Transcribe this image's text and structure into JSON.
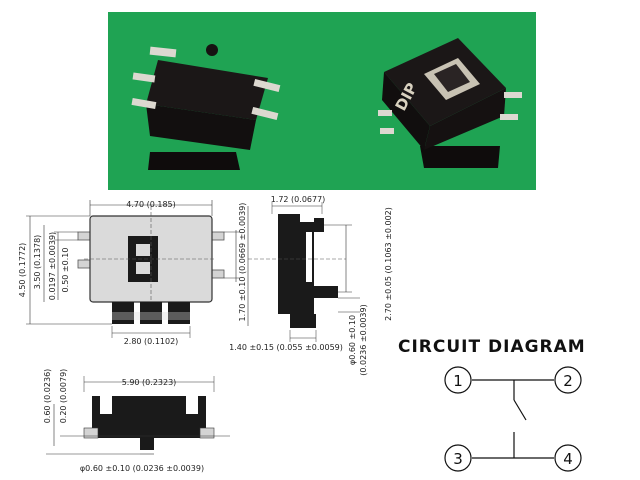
{
  "photo": {
    "background_color": "#1a9a4c",
    "body_color": "#1b1717",
    "lead_color": "#dcd8d0",
    "marking": "DIP"
  },
  "top_view": {
    "width_label": "4.70 (0.185)",
    "height_label": "4.50 (0.1772)",
    "inner_height_label": "3.50 (0.1378)",
    "lead_width_label": "0.0197 ±0.0039)",
    "lead_width_label_2": "0.50 ±0.10",
    "right_label": "1.70 ±0.10 (0.0669 ±0.0039)",
    "bottom_label": "2.80 (0.1102)"
  },
  "side_view": {
    "top_label": "1.72 (0.0677)",
    "right_label": "2.70 ±0.05 (0.1063 ±0.002)",
    "pin_label": "φ0.60 ±0.10",
    "pin_label_2": "(0.0236 ±0.0039)",
    "bottom_label": "1.40 ±0.15 (0.055 ±0.0059)"
  },
  "front_view": {
    "width_label": "5.90 (0.2323)",
    "height_label": "0.60 (0.0236)",
    "height_label_2": "0.20 (0.0079)",
    "pin_label": "φ0.60 ±0.10 (0.0236 ±0.0039)"
  },
  "circuit": {
    "title": "CIRCUIT DIAGRAM",
    "nodes": [
      "1",
      "2",
      "3",
      "4"
    ]
  }
}
